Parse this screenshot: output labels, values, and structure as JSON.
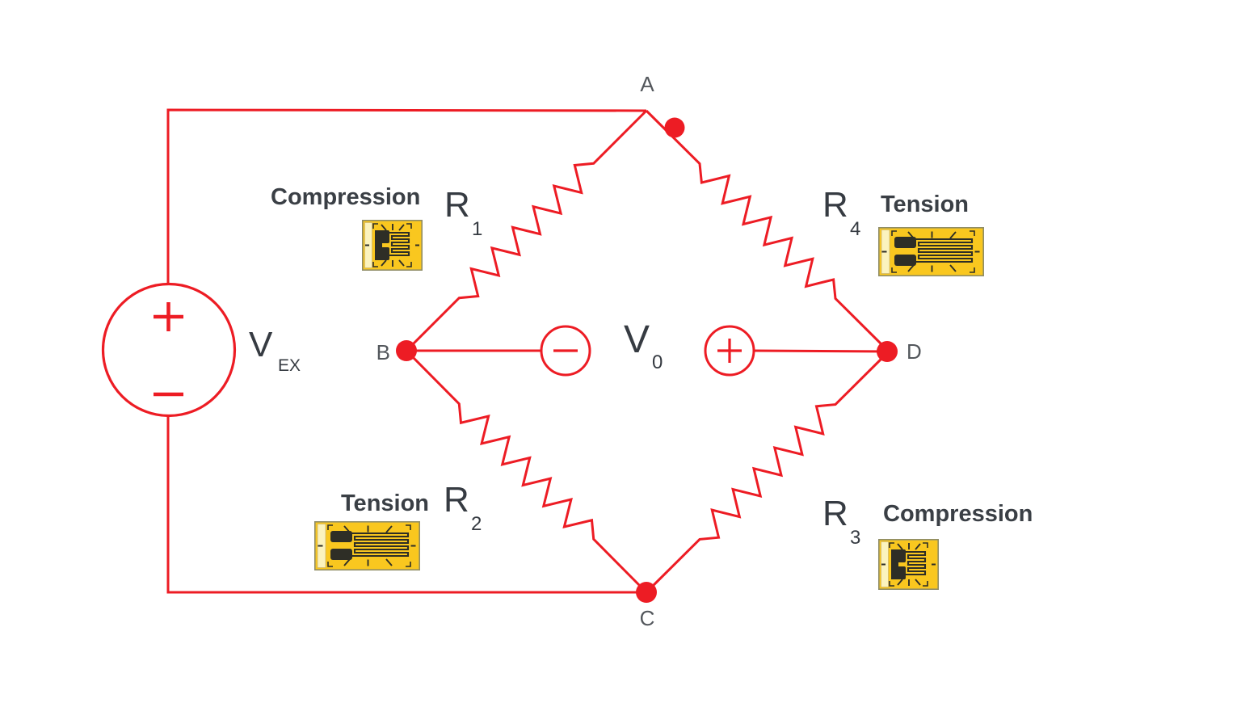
{
  "nodes": {
    "a": "A",
    "b": "B",
    "c": "C",
    "d": "D"
  },
  "excitation_source": {
    "symbol": "V",
    "subscript": "EX",
    "top_terminal_icon": "plus",
    "bottom_terminal_icon": "minus"
  },
  "output_voltage": {
    "symbol": "V",
    "subscript": "0",
    "left_terminal_icon": "minus",
    "right_terminal_icon": "plus"
  },
  "resistors": {
    "r1": {
      "symbol": "R",
      "subscript": "1",
      "mode": "Compression",
      "gauge_type": "compression"
    },
    "r2": {
      "symbol": "R",
      "subscript": "2",
      "mode": "Tension",
      "gauge_type": "tension"
    },
    "r3": {
      "symbol": "R",
      "subscript": "3",
      "mode": "Compression",
      "gauge_type": "compression"
    },
    "r4": {
      "symbol": "R",
      "subscript": "4",
      "mode": "Tension",
      "gauge_type": "tension"
    }
  },
  "colors": {
    "circuit_red": "#ED1C24",
    "label_dark": "#3C4147",
    "node_letter_gray": "#53575C",
    "gauge_yellow": "#F9C71F",
    "gauge_backing_pale": "#FBF3BE",
    "gauge_foil_dark": "#2E2E26"
  }
}
